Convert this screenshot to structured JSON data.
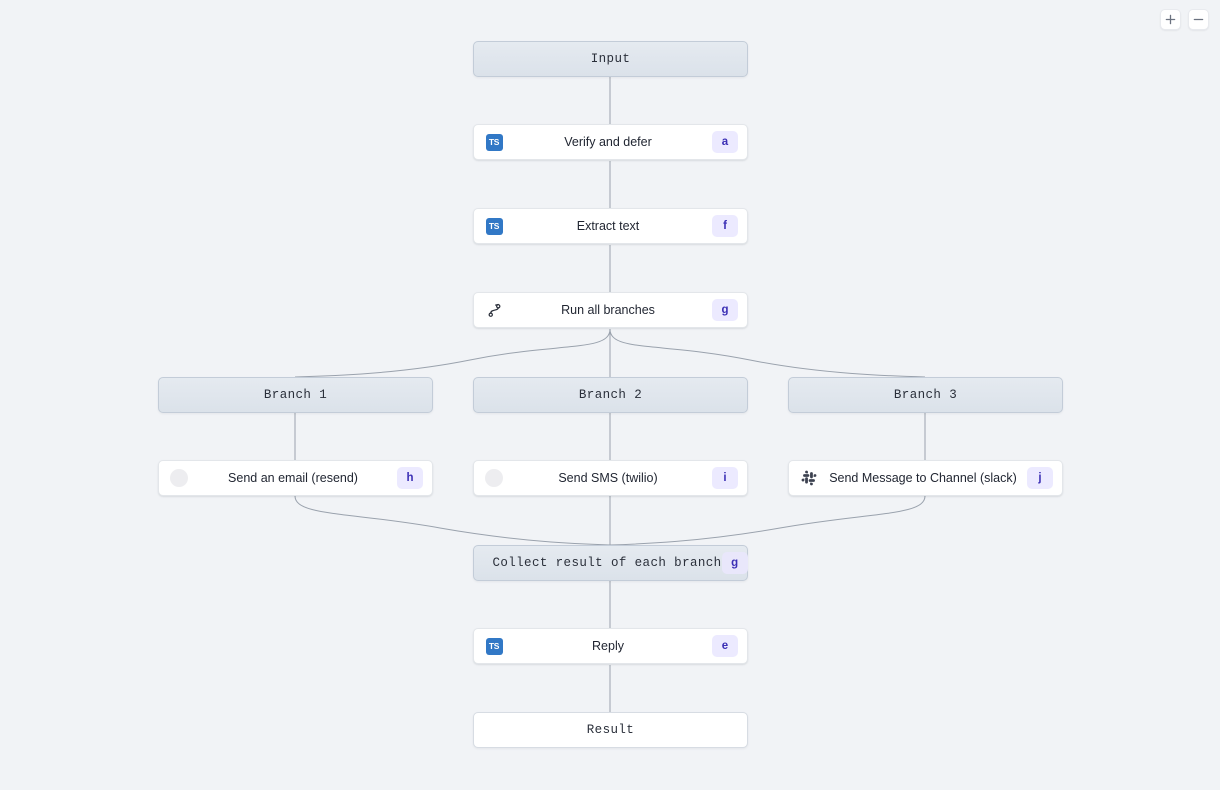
{
  "canvas": {
    "background_color": "#f1f3f6",
    "edge_color": "#9aa2ad"
  },
  "zoom_controls": {
    "zoom_in": {
      "name": "zoom-in-button",
      "icon": "plus-icon",
      "label": "+"
    },
    "zoom_out": {
      "name": "zoom-out-button",
      "icon": "minus-icon",
      "label": "−"
    }
  },
  "graph": {
    "title": "Workflow flowchart",
    "node_colors": {
      "frame_fill_top": "#e5eaf0",
      "frame_fill_bottom": "#dbe2ea",
      "frame_border": "#c3ccd8",
      "module_fill": "#ffffff",
      "module_border": "#e3e6ea",
      "badge_fill": "#eceaff",
      "badge_text": "#3b2fb5",
      "ts_icon_fill": "#3178c6"
    },
    "nodes": [
      {
        "id": "input",
        "label": "Input",
        "kind": "frame",
        "icon": null,
        "badge": null
      },
      {
        "id": "verify",
        "label": "Verify and defer",
        "kind": "module",
        "icon": "ts-icon",
        "badge": "a"
      },
      {
        "id": "extract",
        "label": "Extract text",
        "kind": "module",
        "icon": "ts-icon",
        "badge": "f"
      },
      {
        "id": "runall",
        "label": "Run all branches",
        "kind": "module",
        "icon": "branch-icon",
        "badge": "g"
      },
      {
        "id": "branch1",
        "label": "Branch 1",
        "kind": "frame",
        "icon": null,
        "badge": null
      },
      {
        "id": "branch2",
        "label": "Branch 2",
        "kind": "frame",
        "icon": null,
        "badge": null
      },
      {
        "id": "branch3",
        "label": "Branch 3",
        "kind": "frame",
        "icon": null,
        "badge": null
      },
      {
        "id": "email",
        "label": "Send an email (resend)",
        "kind": "module",
        "icon": "circle-icon",
        "badge": "h"
      },
      {
        "id": "sms",
        "label": "Send SMS (twilio)",
        "kind": "module",
        "icon": "circle-icon",
        "badge": "i"
      },
      {
        "id": "slack",
        "label": "Send Message to Channel (slack)",
        "kind": "module",
        "icon": "slack-icon",
        "badge": "j"
      },
      {
        "id": "collect",
        "label": "Collect result of each branch",
        "kind": "frame",
        "icon": null,
        "badge": "g"
      },
      {
        "id": "reply",
        "label": "Reply",
        "kind": "module",
        "icon": "ts-icon",
        "badge": "e"
      },
      {
        "id": "result",
        "label": "Result",
        "kind": "terminal",
        "icon": null,
        "badge": null
      }
    ],
    "ts_icon_text": "TS"
  }
}
